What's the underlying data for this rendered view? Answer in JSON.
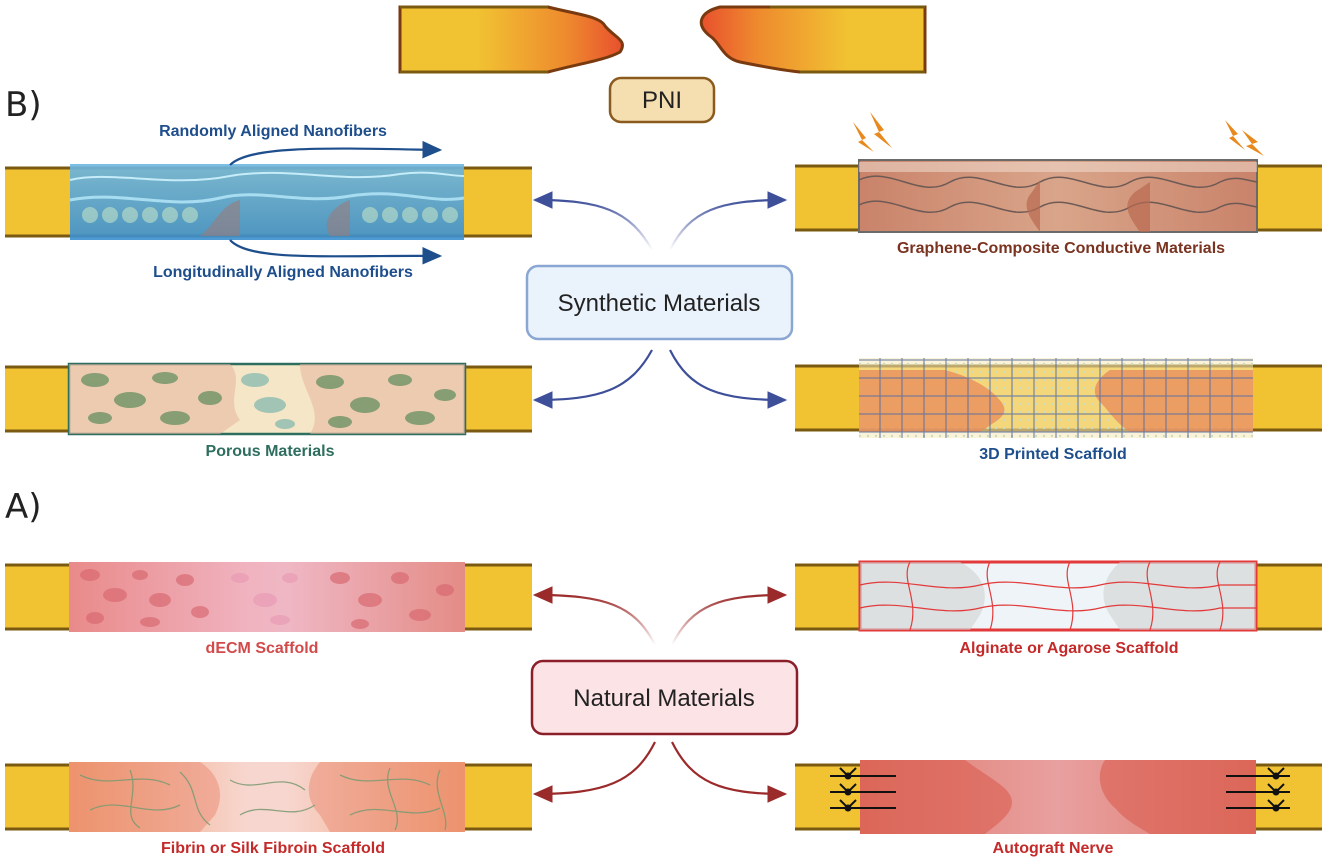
{
  "top": {
    "pni_label": "PNI"
  },
  "section_b": {
    "marker": "B)",
    "center_box": "Synthetic Materials",
    "items": [
      {
        "label": "Randomly Aligned Nanofibers",
        "color": "#1e4e8c"
      },
      {
        "label": "Longitudinally Aligned Nanofibers",
        "color": "#1e4e8c"
      },
      {
        "label": "Graphene-Composite Conductive Materials",
        "color": "#7a3320"
      },
      {
        "label": "Porous Materials",
        "color": "#2e6e5e"
      },
      {
        "label": "3D Printed Scaffold",
        "color": "#1e4e8c"
      }
    ],
    "arrow_color": "#3e4f9a"
  },
  "section_a": {
    "marker": "A)",
    "center_box": "Natural Materials",
    "items": [
      {
        "label": "dECM Scaffold",
        "color": "#d24a4a"
      },
      {
        "label": "Alginate or Agarose Scaffold",
        "color": "#c42a2a"
      },
      {
        "label": "Fibrin or Silk Fibroin Scaffold",
        "color": "#c42a2a"
      },
      {
        "label": "Autograft Nerve",
        "color": "#c42a2a"
      }
    ],
    "arrow_color": "#9b2a2a"
  },
  "colors": {
    "nerve_yellow": "#f1c232",
    "nerve_edge": "#7a5a10",
    "injury_red": "#e8502e"
  }
}
